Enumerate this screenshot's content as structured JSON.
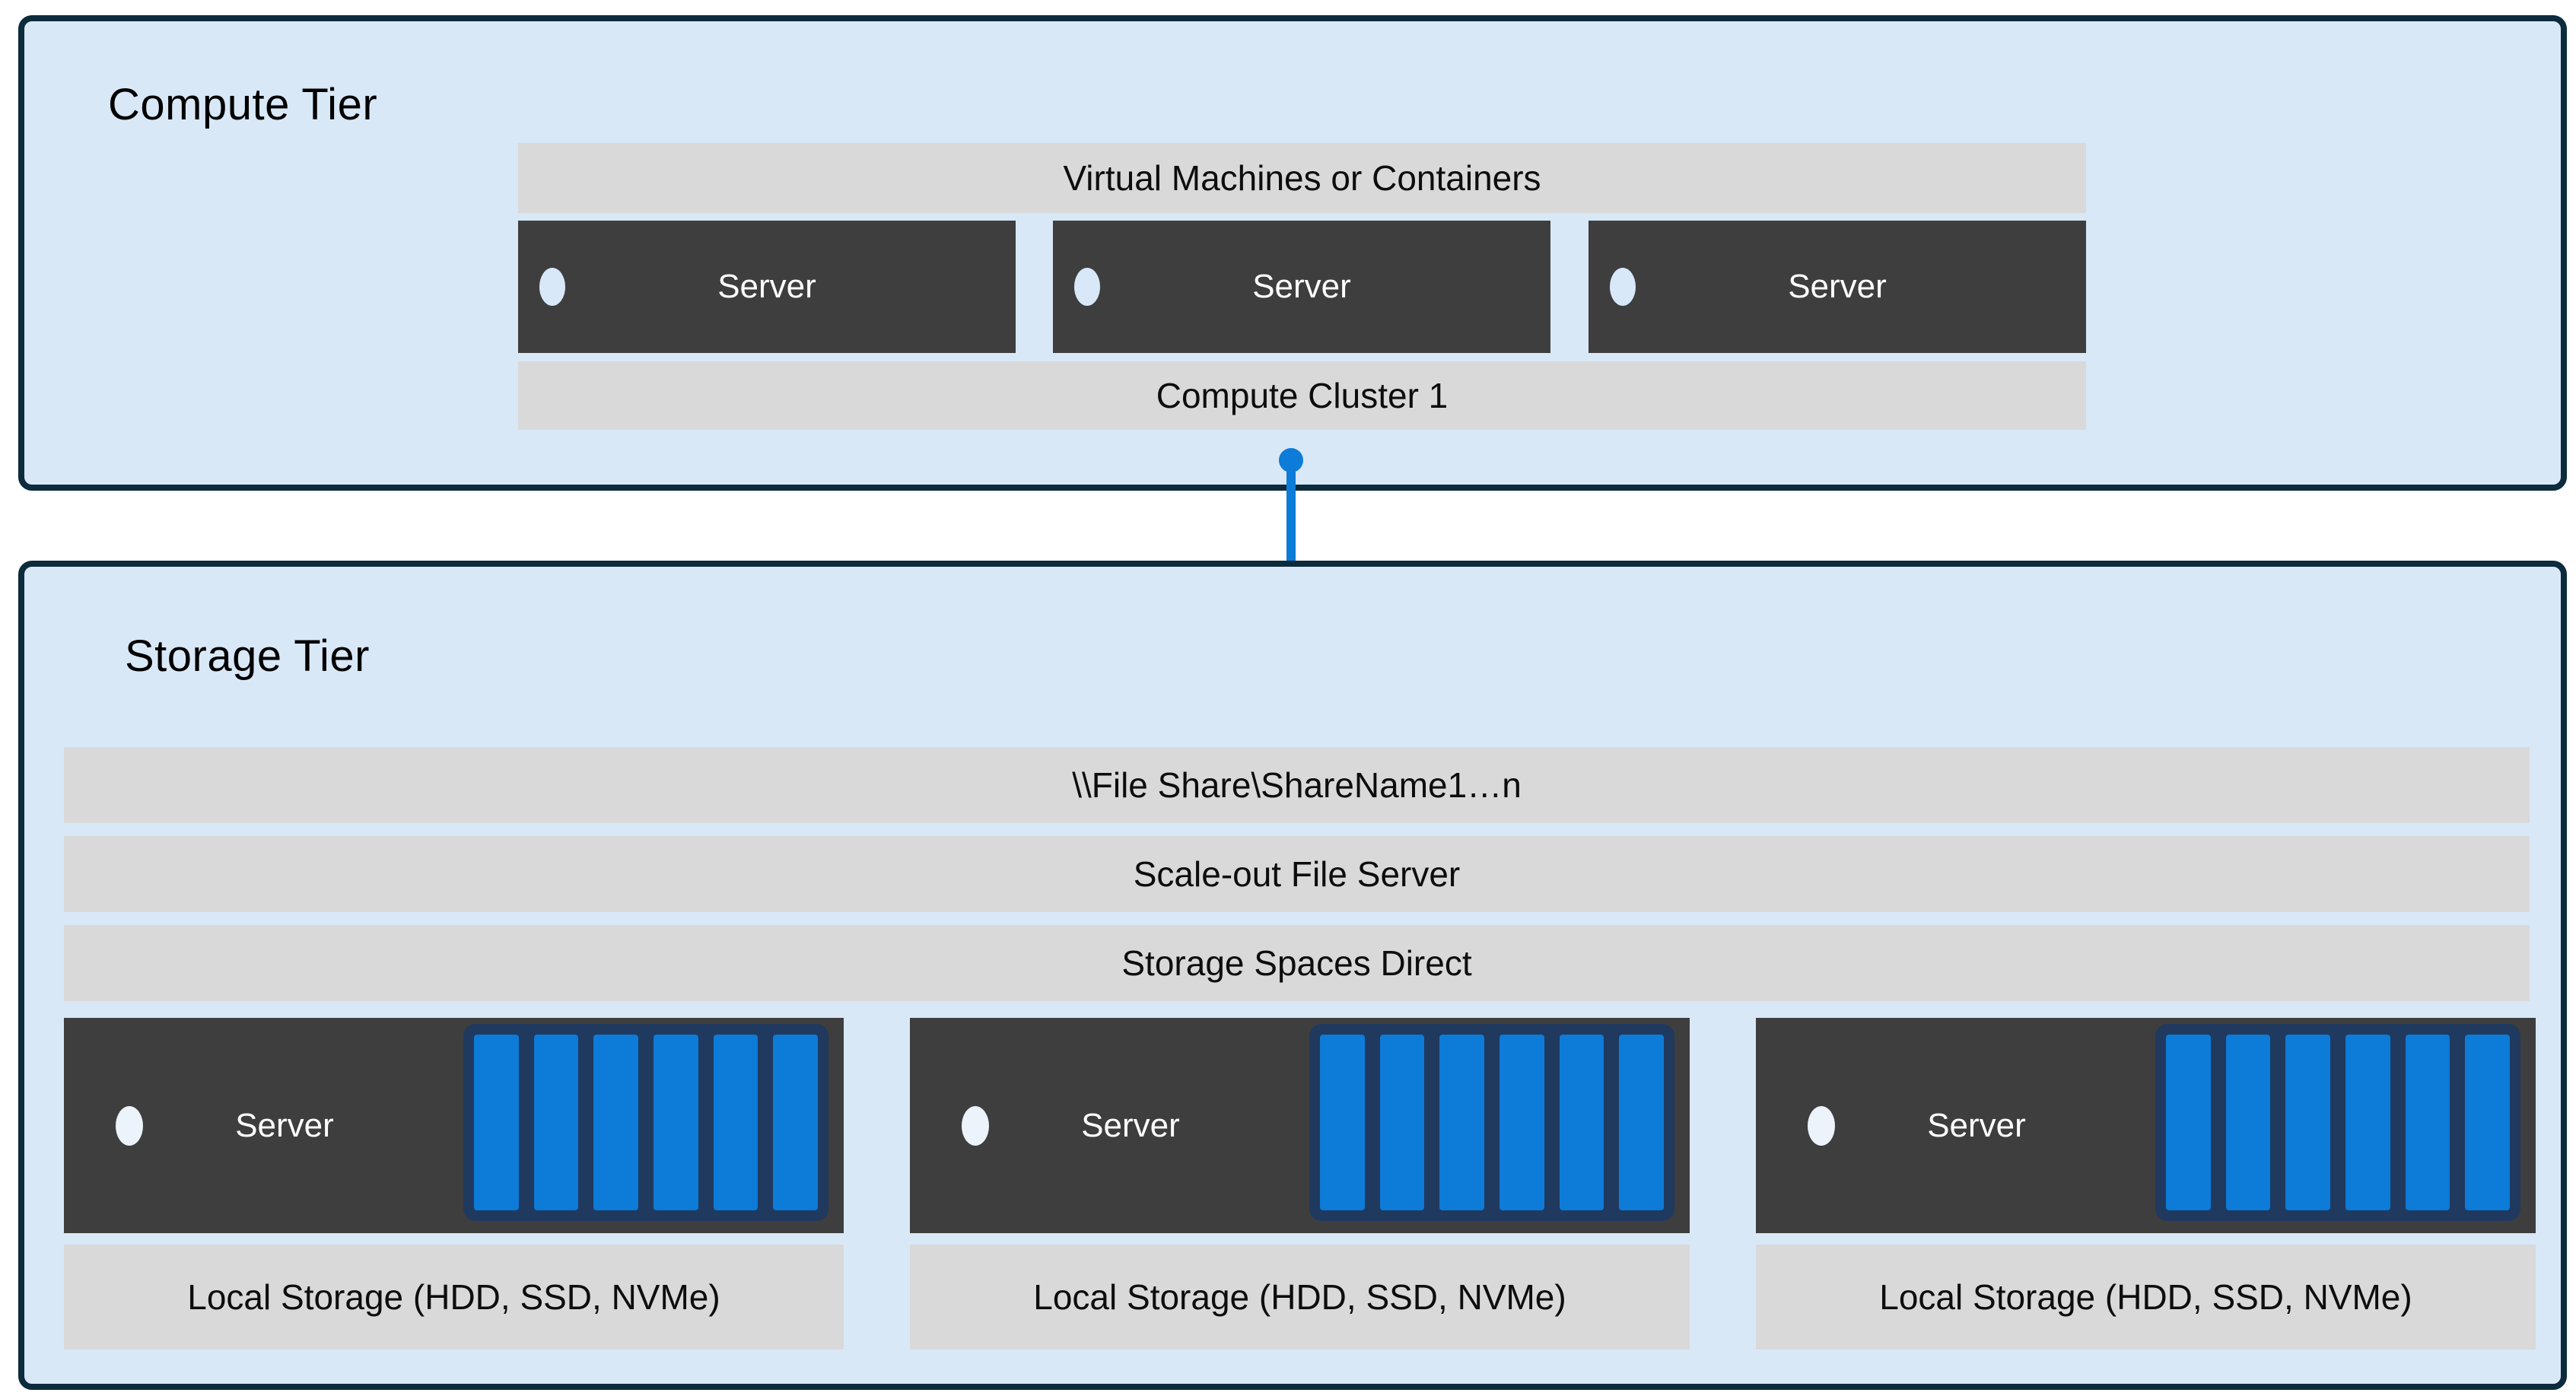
{
  "colors": {
    "tier-fill": "#d9e8f7",
    "tier-border": "#0c2b3c",
    "bar-fill": "#d9d9d9",
    "server-fill": "#3e3e3e",
    "accent-blue": "#0d7bd8",
    "disk-border": "#20395f",
    "dot-compute": "#d8e8f8",
    "dot-storage": "#ecf3fb"
  },
  "compute_tier": {
    "title": "Compute Tier",
    "vm_bar_label": "Virtual Machines or Containers",
    "servers": [
      {
        "label": "Server"
      },
      {
        "label": "Server"
      },
      {
        "label": "Server"
      }
    ],
    "cluster_bar_label": "Compute Cluster 1"
  },
  "connector": {
    "icon": "folder-icon"
  },
  "storage_tier": {
    "title": "Storage Tier",
    "file_share_bar_label": "\\\\File Share\\ShareName1…n",
    "scale_out_bar_label": "Scale-out File Server",
    "s2d_bar_label": "Storage Spaces Direct",
    "nodes": [
      {
        "label": "Server",
        "disk_count": 6,
        "local_storage_label": "Local Storage (HDD, SSD, NVMe)"
      },
      {
        "label": "Server",
        "disk_count": 6,
        "local_storage_label": "Local Storage (HDD, SSD, NVMe)"
      },
      {
        "label": "Server",
        "disk_count": 6,
        "local_storage_label": "Local Storage (HDD, SSD, NVMe)"
      }
    ]
  }
}
